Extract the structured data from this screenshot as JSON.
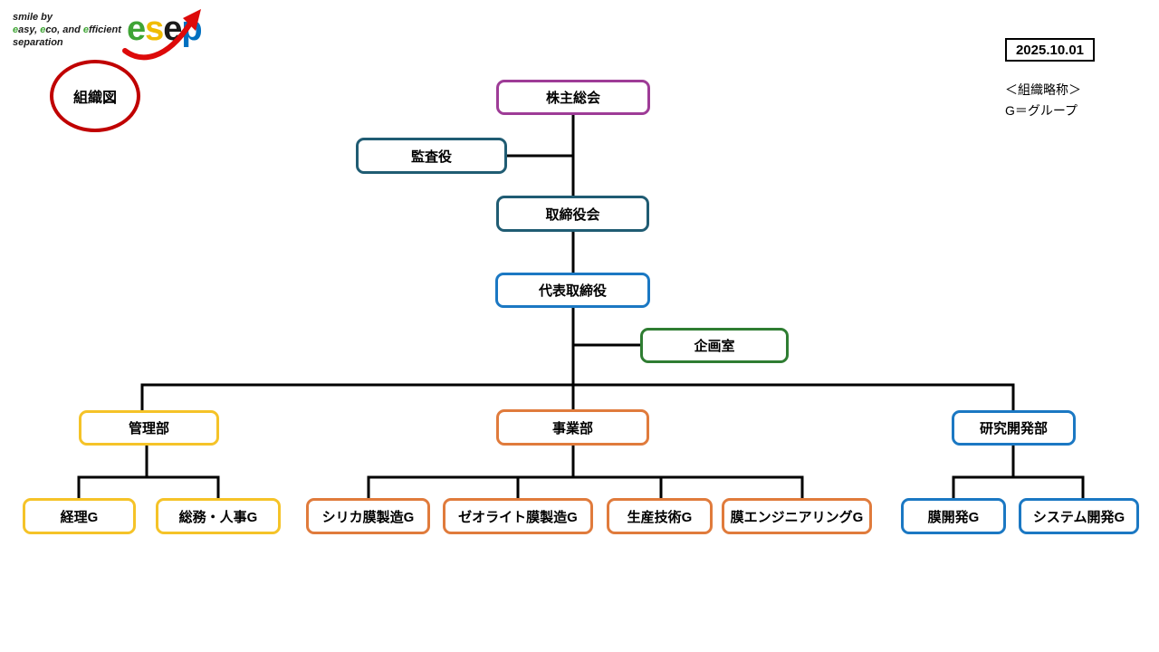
{
  "header": {
    "tagline": {
      "line1": "smile by",
      "line2_parts": [
        {
          "text": "e",
          "highlight": true
        },
        {
          "text": "asy, ",
          "highlight": false
        },
        {
          "text": "e",
          "highlight": true
        },
        {
          "text": "co, and ",
          "highlight": false
        },
        {
          "text": "e",
          "highlight": true
        },
        {
          "text": "fficient",
          "highlight": false
        }
      ],
      "line3": "separation"
    },
    "brand": {
      "letters": [
        {
          "char": "e",
          "color": "#3fa435"
        },
        {
          "char": "s",
          "color": "#f0bc00"
        },
        {
          "char": "e",
          "color": "#1a1a1a"
        },
        {
          "char": "p",
          "color": "#0070c0"
        }
      ],
      "arrow_color": "#dd0a0a"
    },
    "title_badge": "組織図",
    "date": "2025.10.01",
    "legend_heading": "＜組織略称＞",
    "legend_entry": "G＝グループ"
  },
  "colors": {
    "purple": "#9e3c97",
    "teal": "#205c73",
    "blue": "#1b78c3",
    "green": "#2f7d32",
    "yellow": "#f5c328",
    "orange": "#e07b3c",
    "badge_red": "#c00000",
    "logo_green": "#3fa435",
    "line": "#000000"
  },
  "org": {
    "nodes": {
      "shareholders": {
        "label": "株主総会",
        "color": "purple",
        "parent": null
      },
      "auditor": {
        "label": "監査役",
        "color": "teal",
        "parent": "shareholders",
        "attach": "side"
      },
      "board": {
        "label": "取締役会",
        "color": "teal",
        "parent": "shareholders"
      },
      "ceo": {
        "label": "代表取締役",
        "color": "blue",
        "parent": "board"
      },
      "planning": {
        "label": "企画室",
        "color": "green",
        "parent": "ceo",
        "attach": "side"
      },
      "admin": {
        "label": "管理部",
        "color": "yellow",
        "parent": "ceo"
      },
      "business": {
        "label": "事業部",
        "color": "orange",
        "parent": "ceo"
      },
      "rnd": {
        "label": "研究開発部",
        "color": "blue",
        "parent": "ceo"
      },
      "keiri": {
        "label": "経理G",
        "color": "yellow",
        "parent": "admin"
      },
      "soumu": {
        "label": "総務・人事G",
        "color": "yellow",
        "parent": "admin"
      },
      "silica": {
        "label": "シリカ膜製造G",
        "color": "orange",
        "parent": "business"
      },
      "zeolite": {
        "label": "ゼオライト膜製造G",
        "color": "orange",
        "parent": "business"
      },
      "seisan": {
        "label": "生産技術G",
        "color": "orange",
        "parent": "business"
      },
      "maku_eng": {
        "label": "膜エンジニアリングG",
        "color": "orange",
        "parent": "business"
      },
      "maku_dev": {
        "label": "膜開発G",
        "color": "blue",
        "parent": "rnd"
      },
      "system_dev": {
        "label": "システム開発G",
        "color": "blue",
        "parent": "rnd"
      }
    }
  }
}
